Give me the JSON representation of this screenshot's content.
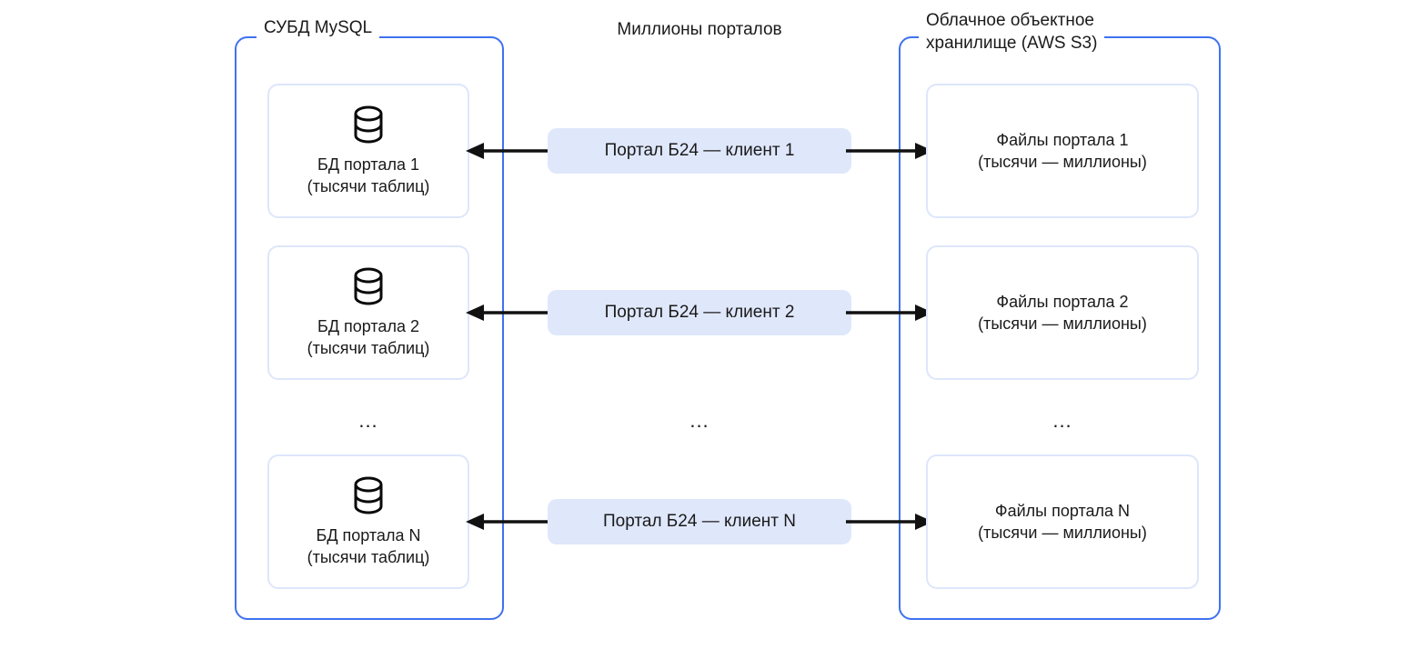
{
  "diagram": {
    "center_title": "Миллионы порталов",
    "groups": {
      "left": {
        "label": "СУБД MySQL"
      },
      "right": {
        "label": "Облачное объектное\nхранилище (AWS S3)"
      }
    },
    "rows": [
      {
        "db": {
          "title": "БД портала 1",
          "subtitle": "(тысячи таблиц)",
          "icon": "database-icon"
        },
        "pill": {
          "label": "Портал Б24 — клиент 1"
        },
        "files": {
          "title": "Файлы портала 1",
          "subtitle": "(тысячи — миллионы)"
        },
        "arrow_left": "arrow-left-icon",
        "arrow_right": "arrow-right-icon"
      },
      {
        "db": {
          "title": "БД портала 2",
          "subtitle": "(тысячи таблиц)",
          "icon": "database-icon"
        },
        "pill": {
          "label": "Портал Б24 — клиент 2"
        },
        "files": {
          "title": "Файлы портала  2",
          "subtitle": "(тысячи — миллионы)"
        },
        "arrow_left": "arrow-left-icon",
        "arrow_right": "arrow-right-icon"
      },
      {
        "db": {
          "title": "БД портала N",
          "subtitle": "(тысячи таблиц)",
          "icon": "database-icon"
        },
        "pill": {
          "label": "Портал Б24 — клиент N"
        },
        "files": {
          "title": "Файлы портала  N",
          "subtitle": "(тысячи — миллионы)"
        },
        "arrow_left": "arrow-left-icon",
        "arrow_right": "arrow-right-icon"
      }
    ],
    "ellipsis": {
      "left": "...",
      "center": "...",
      "right": "..."
    },
    "colors": {
      "group_border": "#3f72f0",
      "card_border": "#dde6fb",
      "pill_fill": "#dfe7fb",
      "arrow": "#111111",
      "text": "#1a1a1a",
      "background": "#ffffff"
    }
  }
}
